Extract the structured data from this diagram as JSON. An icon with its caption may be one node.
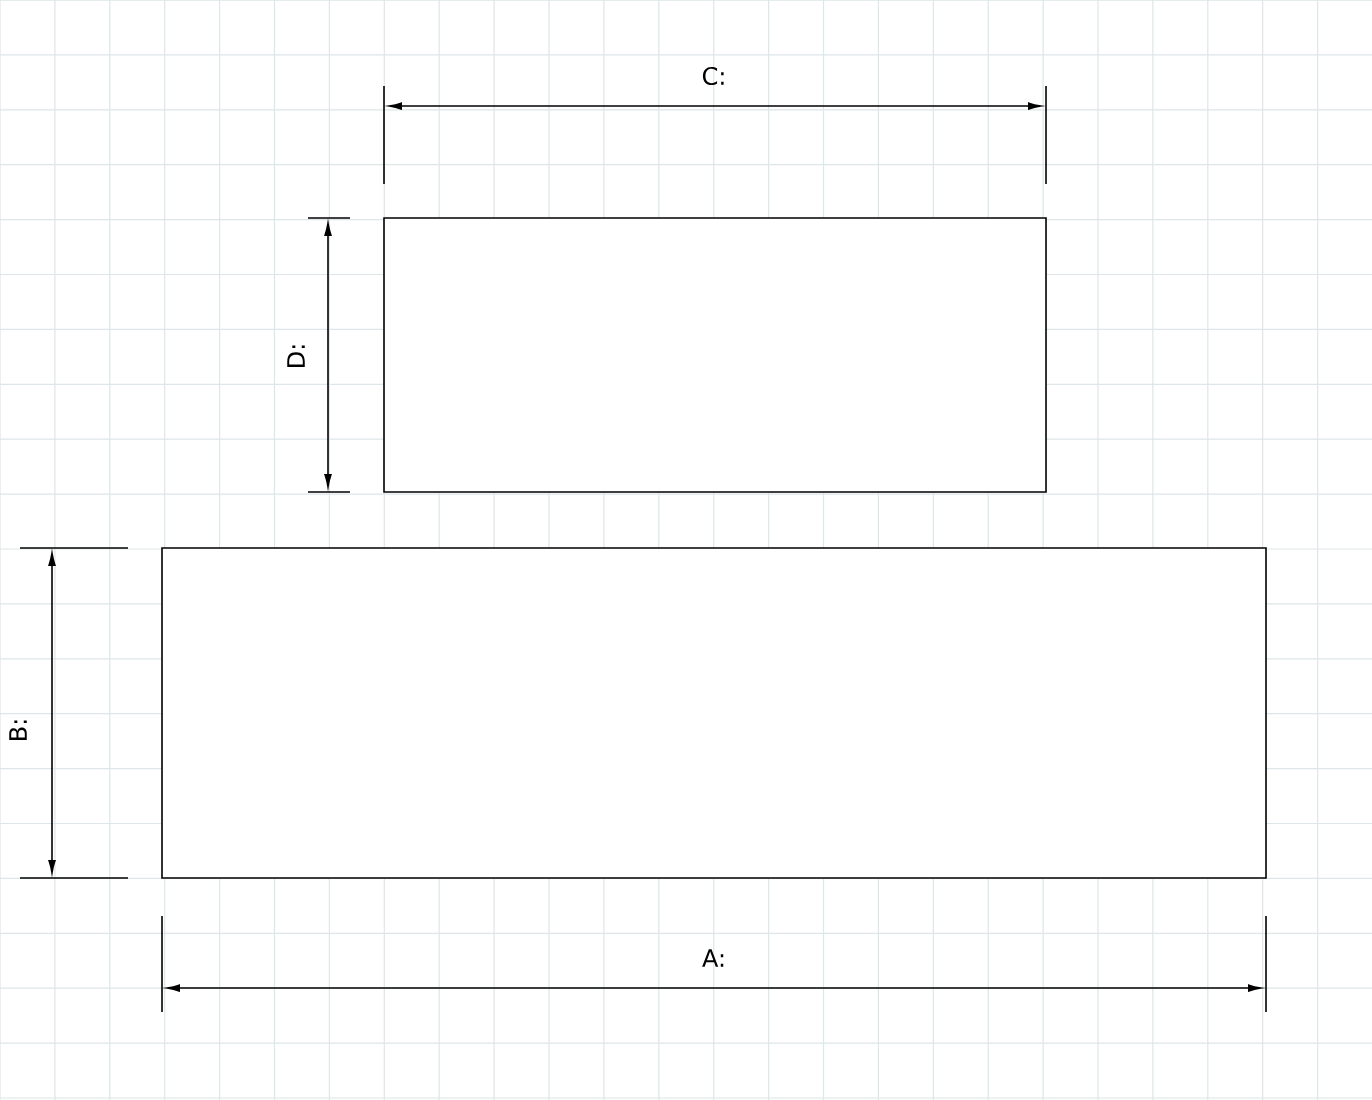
{
  "diagram": {
    "nodes": [
      {
        "text": [],
        "shape": "box"
      },
      {
        "text": [],
        "shape": "box"
      }
    ],
    "labels": [
      "C:",
      "D:",
      "B:",
      "A:"
    ]
  }
}
